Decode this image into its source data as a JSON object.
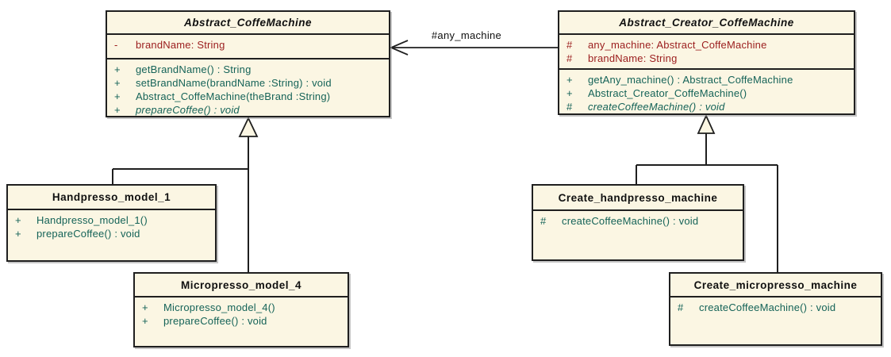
{
  "diagram": {
    "colors": {
      "box_fill": "#FBF6E3",
      "border": "#1F1F1F",
      "attribute_text": "#9B1D1D",
      "method_text": "#156358",
      "title_text": "#101010"
    },
    "classes": [
      {
        "name": "Abstract_CoffeMachine",
        "abstract": true,
        "attributes": [
          {
            "vis": "-",
            "text": "brandName: String"
          }
        ],
        "methods": [
          {
            "vis": "+",
            "text": "getBrandName() : String",
            "italic": false
          },
          {
            "vis": "+",
            "text": "setBrandName(brandName :String) : void",
            "italic": false
          },
          {
            "vis": "+",
            "text": "Abstract_CoffeMachine(theBrand :String)",
            "italic": false
          },
          {
            "vis": "+",
            "text": "prepareCoffee() : void",
            "italic": true
          }
        ]
      },
      {
        "name": "Abstract_Creator_CoffeMachine",
        "abstract": true,
        "attributes": [
          {
            "vis": "#",
            "text": "any_machine: Abstract_CoffeMachine"
          },
          {
            "vis": "#",
            "text": "brandName: String"
          }
        ],
        "methods": [
          {
            "vis": "+",
            "text": "getAny_machine() : Abstract_CoffeMachine",
            "italic": false
          },
          {
            "vis": "+",
            "text": "Abstract_Creator_CoffeMachine()",
            "italic": false
          },
          {
            "vis": "#",
            "text": "createCoffeeMachine() : void",
            "italic": true
          }
        ]
      },
      {
        "name": "Handpresso_model_1",
        "abstract": false,
        "attributes": [],
        "methods": [
          {
            "vis": "+",
            "text": "Handpresso_model_1()",
            "italic": false
          },
          {
            "vis": "+",
            "text": "prepareCoffee() : void",
            "italic": false
          }
        ]
      },
      {
        "name": "Micropresso_model_4",
        "abstract": false,
        "attributes": [],
        "methods": [
          {
            "vis": "+",
            "text": "Micropresso_model_4()",
            "italic": false
          },
          {
            "vis": "+",
            "text": "prepareCoffee() : void",
            "italic": false
          }
        ]
      },
      {
        "name": "Create_handpresso_machine",
        "abstract": false,
        "attributes": [],
        "methods": [
          {
            "vis": "#",
            "text": "createCoffeeMachine() : void",
            "italic": false
          }
        ]
      },
      {
        "name": "Create_micropresso_machine",
        "abstract": false,
        "attributes": [],
        "methods": [
          {
            "vis": "#",
            "text": "createCoffeeMachine() : void",
            "italic": false
          }
        ]
      }
    ],
    "relationships": [
      {
        "type": "association",
        "from": "Abstract_Creator_CoffeMachine",
        "to": "Abstract_CoffeMachine",
        "label": "#any_machine"
      },
      {
        "type": "generalization",
        "from": "Handpresso_model_1",
        "to": "Abstract_CoffeMachine"
      },
      {
        "type": "generalization",
        "from": "Micropresso_model_4",
        "to": "Abstract_CoffeMachine"
      },
      {
        "type": "generalization",
        "from": "Create_handpresso_machine",
        "to": "Abstract_Creator_CoffeMachine"
      },
      {
        "type": "generalization",
        "from": "Create_micropresso_machine",
        "to": "Abstract_Creator_CoffeMachine"
      }
    ]
  }
}
